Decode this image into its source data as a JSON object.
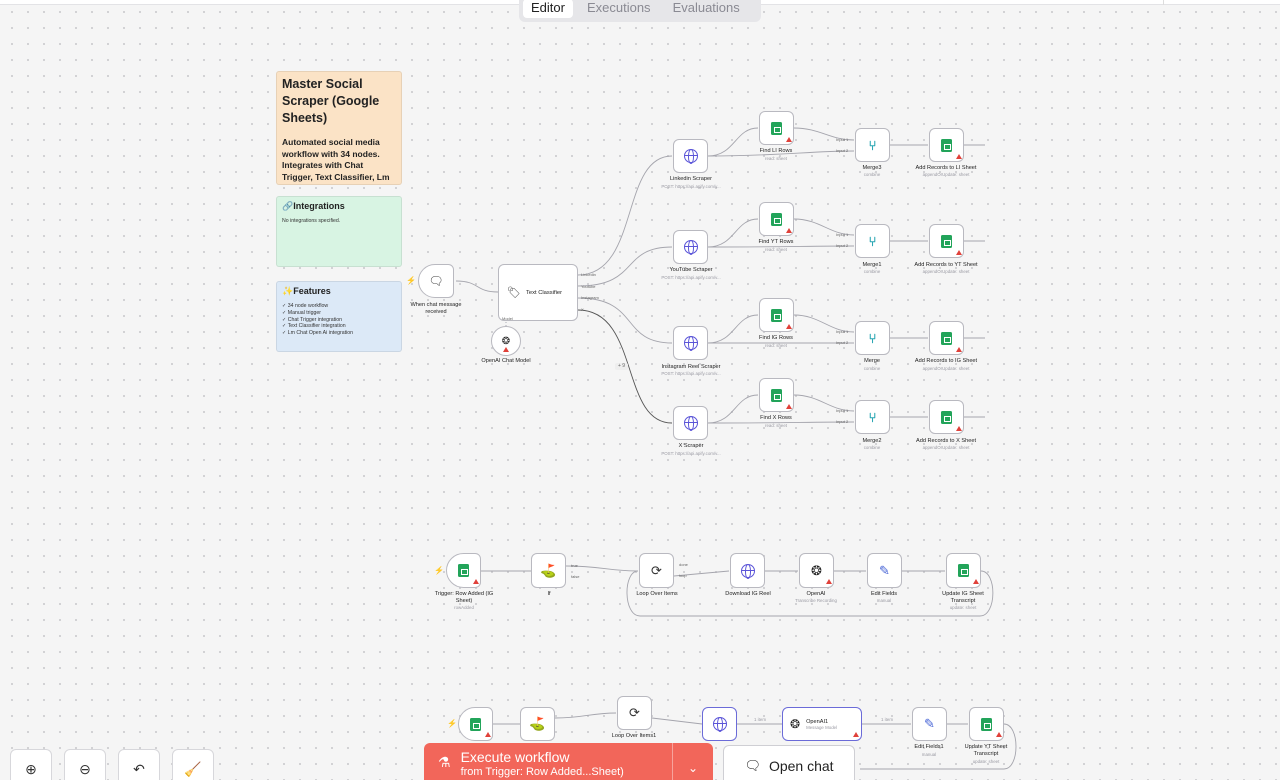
{
  "tabs": [
    "Editor",
    "Executions",
    "Evaluations"
  ],
  "active_tab": "Editor",
  "sticky_main": {
    "title": "Master Social Scraper (Google Sheets)",
    "description": "Automated social media workflow with 34 nodes. Integrates with Chat Trigger, Text Classifier, Lm Chat"
  },
  "sticky_integrations": {
    "title": "🔗Integrations",
    "body": "No integrations specified."
  },
  "sticky_features": {
    "title": "✨Features",
    "items": [
      "✓ 34 node workflow",
      "✓ Manual trigger",
      "✓ Chat Trigger integration",
      "✓ Text Classifier integration",
      "✓ Lm Chat Open Ai integration"
    ]
  },
  "nodes": {
    "chat_trigger": "When chat message received",
    "text_classifier": "Text Classifier",
    "openai_chat_model": "OpenAI Chat Model",
    "linkedin_scraper": "Linkedin Scraper",
    "youtube_scraper": "YouTube Scraper",
    "instagram_scraper": "Instagram Reel Scraper",
    "x_scraper": "X Scraper",
    "scraper_sub": "POST: https://api.apify.com/v...",
    "find_li": "Find LI Rows",
    "find_yt": "Find YT Rows",
    "find_ig": "Find IG Rows",
    "find_x": "Find X Rows",
    "read_sheet": "read: sheet",
    "merge3": "Merge3",
    "merge1": "Merge1",
    "merge": "Merge",
    "merge2": "Merge2",
    "combine": "combine",
    "add_li": "Add Records to LI Sheet",
    "add_yt": "Add Records to YT Sheet",
    "add_ig": "Add Records to IG Sheet",
    "add_x": "Add Records to X Sheet",
    "append_sub": "appendOrUpdate: sheet",
    "trigger_ig": "Trigger: Row Added (IG Sheet)",
    "trigger_ig_sub": "rowAdded",
    "if": "If",
    "loop": "Loop Over Items",
    "download_ig": "Download IG Reel",
    "openai": "OpenAI",
    "openai_sub": "Transcribe Recording",
    "edit_fields": "Edit Fields",
    "manual": "manual",
    "update_ig": "Update IG Sheet Transcript",
    "update_sub": "update: sheet",
    "loop1": "Loop Over Items1",
    "openai1": "OpenAI1",
    "openai1_sub": "Message Model",
    "edit_fields1": "Edit Fields1",
    "update_yt": "Update YT Sheet Transcript",
    "one_item": "1 item"
  },
  "ports": {
    "linkedin": "Linkedin",
    "youtube": "Youtube",
    "instagram": "Instagram",
    "x": "X",
    "model": "Model",
    "input1": "Input 1",
    "input2": "Input 2",
    "true": "true",
    "false": "false",
    "done": "done",
    "loop": "loop",
    "plus9": "+ 9"
  },
  "toolbar": {
    "execute_label": "Execute workflow",
    "execute_sub": "from Trigger: Row Added...Sheet)",
    "open_chat": "Open chat"
  },
  "icons": {
    "zoom_in": "zoom-in-icon",
    "zoom_out": "zoom-out-icon",
    "undo": "undo-icon",
    "tidy": "broom-icon"
  },
  "colors": {
    "sticky_orange": "#fbe3c6",
    "sticky_green": "#d8f4e3",
    "sticky_blue": "#dce9f7",
    "execute": "#f2665a",
    "sheet_green": "#22a45a",
    "globe_purple": "#5b55d8"
  }
}
